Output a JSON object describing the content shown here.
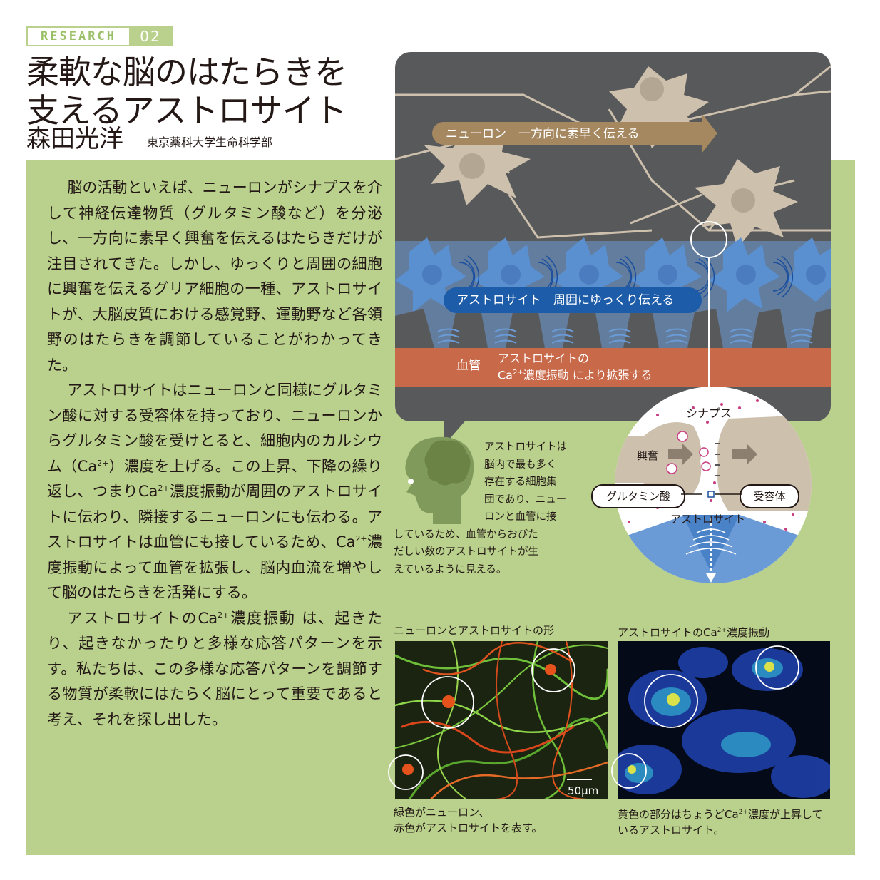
{
  "header": {
    "badge_word": "RESEARCH",
    "badge_num": "02",
    "title_line1": "柔軟な脳のはたらきを",
    "title_line2": "支えるアストロサイト",
    "author": "森田光洋",
    "affiliation": "東京薬科大学生命科学部"
  },
  "body": {
    "p1": "脳の活動といえば、ニューロンがシナプスを介して神経伝達物質（グルタミン酸など）を分泌し、一方向に素早く興奮を伝えるはたらきだけが注目されてきた。しかし、ゆっくりと周囲の細胞に興奮を伝えるグリア細胞の一種、アストロサイトが、大脳皮質における感覚野、運動野など各領野のはたらきを調節していることがわかってきた。",
    "p2_a": "アストロサイトはニューロンと同様にグルタミン酸に対する受容体を持っており、ニューロンからグルタミン酸を受けとると、細胞内のカルシウム（Ca",
    "p2_b": "）濃度を上げる。この上昇、下降の繰り返し、つまりCa",
    "p2_c": "濃度振動が周囲のアストロサイトに伝わり、隣接するニューロンにも伝わる。アストロサイトは血管にも接しているため、Ca",
    "p2_d": "濃度振動によって血管を拡張し、脳内血流を増やして脳のはたらきを活発にする。",
    "p3_a": "アストロサイトのCa",
    "p3_b": "濃度振動 は、起きたり、起きなかったりと多様な応答パターンを示す。私たちは、この多様な応答パターンを調節する物質が柔軟にはたらく脳にとって重要であると考え、それを探し出した。",
    "sup1": "2+",
    "sup2": "2+"
  },
  "diagram": {
    "neuron_label": "ニューロン　一方向に素早く伝える",
    "astro_label": "アストロサイト　周囲にゆっくり伝える",
    "vessel_label": "血管",
    "vessel_note_line1": "アストロサイトの",
    "vessel_note_ca": "Ca",
    "vessel_note_sup": "2+",
    "vessel_note_rest": "濃度振動 により拡張する",
    "colors": {
      "bg": "#58595b",
      "neuron": "#cdc0ad",
      "astrocyte": "#6b9bd6",
      "vessel": "#c8694a",
      "arrow": "#a58760"
    }
  },
  "zoom": {
    "synapse": "シナプス",
    "excitation": "興奮",
    "glutamate": "グルタミン酸",
    "receptor": "受容体",
    "astrocyte": "アストロサイト"
  },
  "head_caption": {
    "line1": "アストロサイトは",
    "line2": "脳内で最も多く",
    "line3": "存在する細胞集",
    "line4": "団であり、ニュー",
    "line5": "ロンと血管に接",
    "line6": "しているため、血管からおびた",
    "line7": "だしい数のアストロサイトが生",
    "line8": "えているように見える。"
  },
  "micrographs": {
    "left_title": "ニューロンとアストロサイトの形",
    "right_title_a": "アストロサイトのCa",
    "right_title_sup": "2+",
    "right_title_b": "濃度振動",
    "scale": "50μm",
    "left_caption_line1": "緑色がニューロン、",
    "left_caption_line2": "赤色がアストロサイトを表す。",
    "right_caption_a": "黄色の部分はちょうどCa",
    "right_caption_sup": "2+",
    "right_caption_b": "濃度が上昇しているアストロサイト。"
  }
}
